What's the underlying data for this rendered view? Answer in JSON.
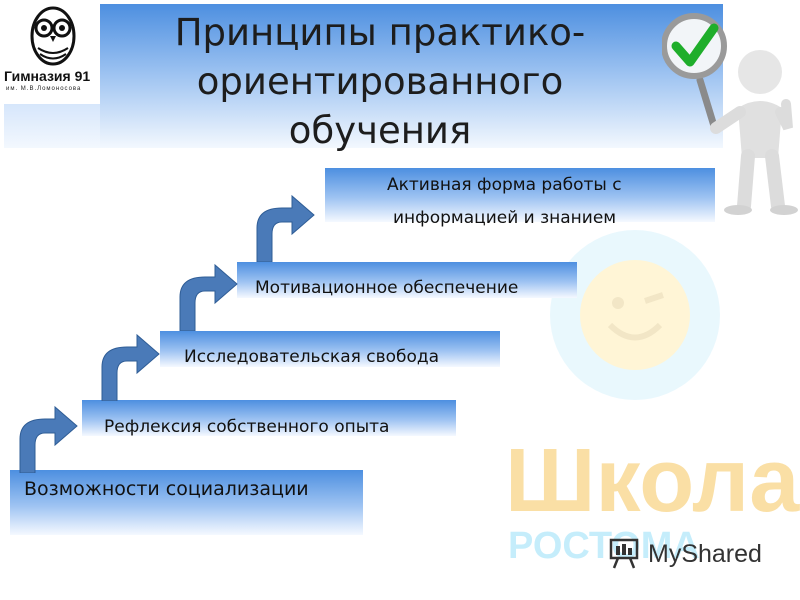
{
  "logo": {
    "name": "Гимназия 91",
    "subtitle": "им. М.В.Ломоносова"
  },
  "title": {
    "line1": "Принципы практико-",
    "line2": "ориентированного",
    "line3": "обучения"
  },
  "steps": [
    {
      "label": "Возможности социализации"
    },
    {
      "label": "Рефлексия собственного опыта"
    },
    {
      "label": "Исследовательская свобода"
    },
    {
      "label": "Мотивационное обеспечение"
    },
    {
      "label_line1": "Активная форма работы с",
      "label_line2": "информацией и знанием"
    }
  ],
  "watermark": {
    "word": "Школа",
    "word2": "РОСТОМА",
    "brand": "MyShared"
  },
  "colors": {
    "step_top": "#4d8fe0",
    "arrow": "#4a7ab8",
    "checkmark": "#1fae2b"
  },
  "icons": [
    "owl-logo-icon",
    "magnifier-checkmark-icon",
    "curved-up-arrow-icon",
    "sun-face-icon",
    "presentation-board-icon"
  ]
}
